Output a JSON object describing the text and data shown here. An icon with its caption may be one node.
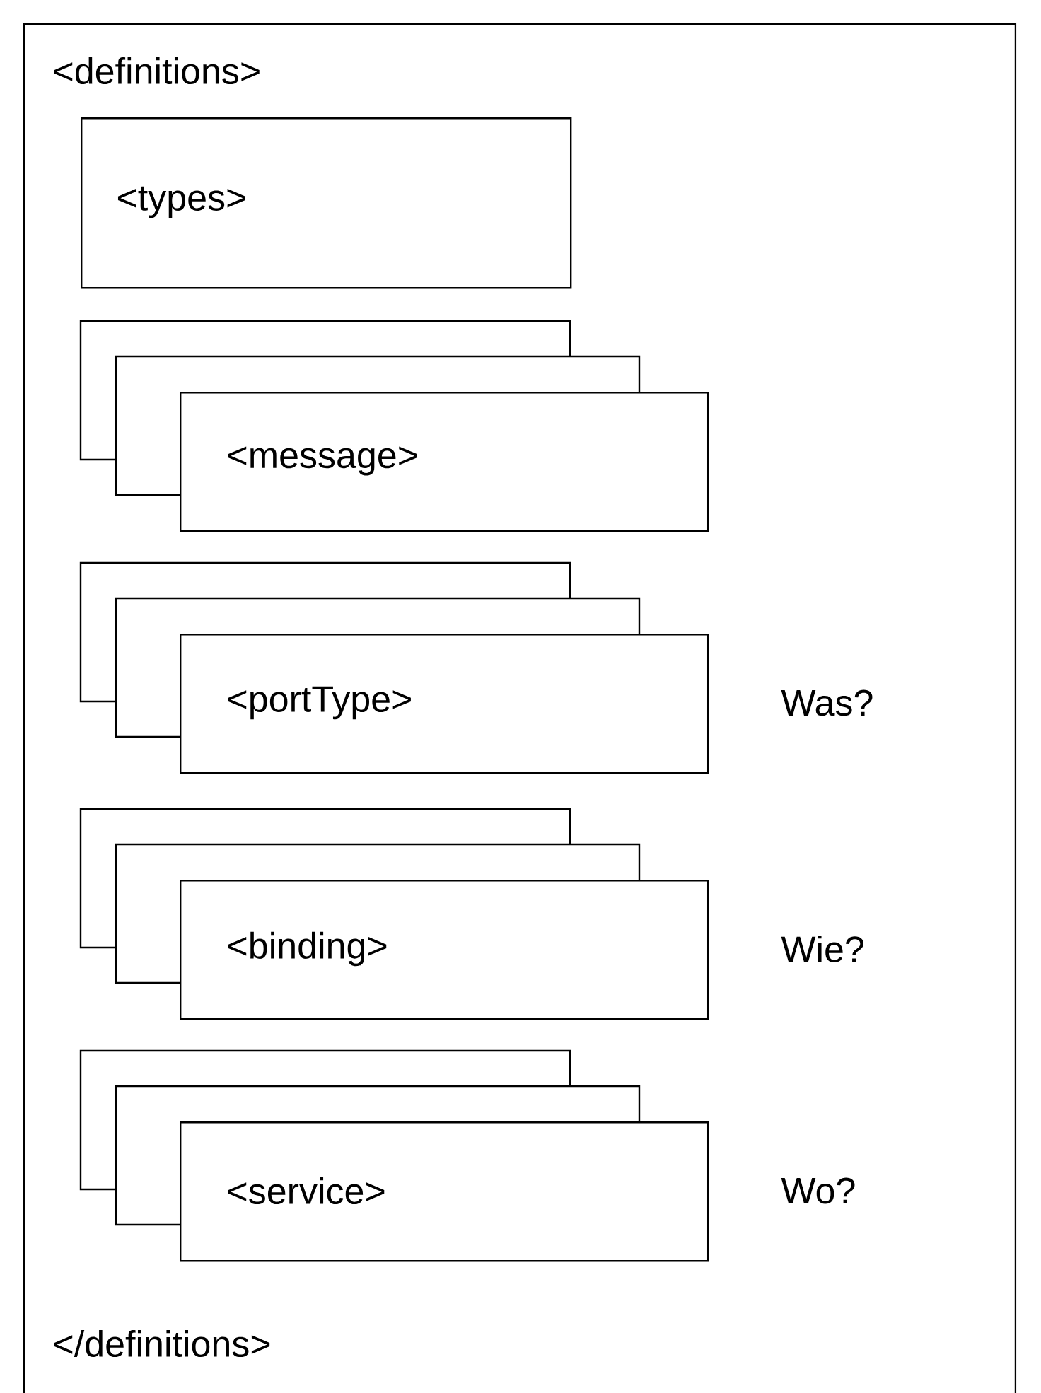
{
  "diagram": {
    "nodes": [
      {
        "text": [
          "<definitions>",
          "</definitions>"
        ]
      },
      {
        "text": [
          "<types>"
        ],
        "in": 0
      },
      {
        "text": [
          "<message>"
        ],
        "in": 0
      },
      {
        "text": [
          "<portType>"
        ],
        "in": 0,
        "beside": [
          "Was?"
        ]
      },
      {
        "text": [
          "<binding>"
        ],
        "in": 0,
        "beside": [
          "Wie?"
        ]
      },
      {
        "text": [
          "<service>"
        ],
        "in": 0,
        "beside": [
          "Wo?"
        ]
      }
    ]
  }
}
